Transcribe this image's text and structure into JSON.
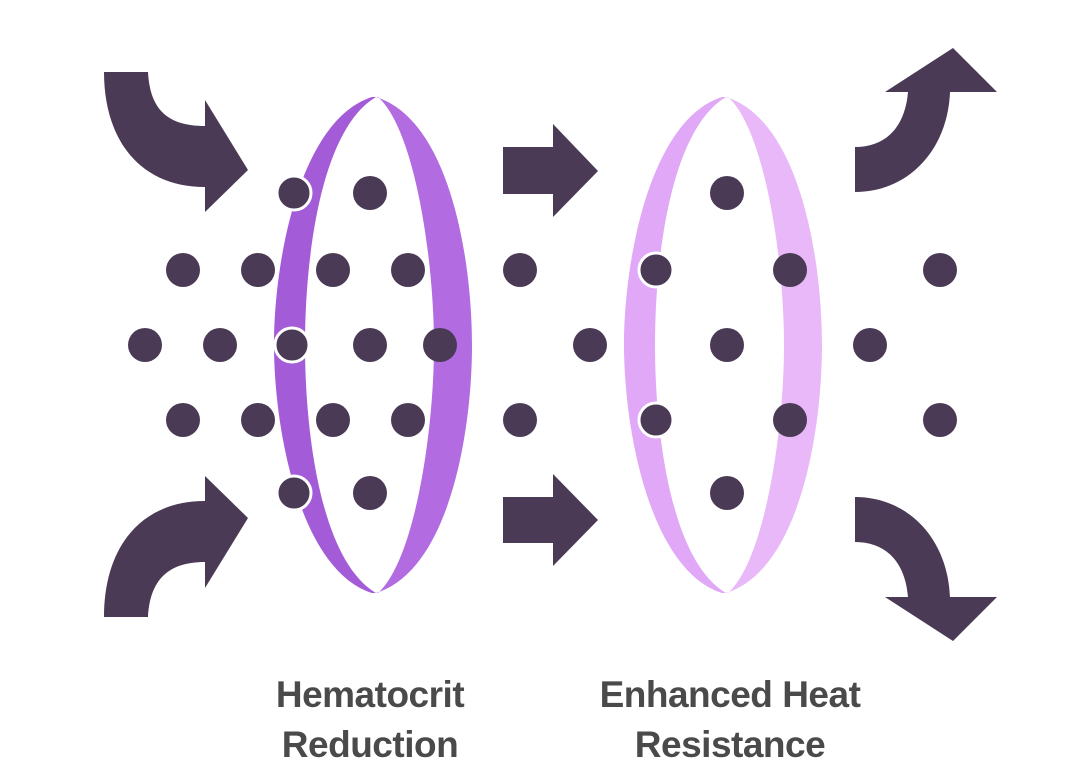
{
  "colors": {
    "particle": "#4a3a55",
    "arrow": "#4a3a55",
    "ring1_front": "#a45bd8",
    "ring1_back": "#b26be0",
    "ring2_front": "#e0a8f6",
    "ring2_back": "#e9b8f8",
    "caption": "#4a4a4a"
  },
  "captions": {
    "hematocrit": {
      "line1": "Hematocrit",
      "line2": "Reduction"
    },
    "heat": {
      "line1": "Enhanced Heat",
      "line2": "Resistance"
    }
  },
  "icons": {
    "inflow_arrows": [
      "curved-arrow-down-right-icon",
      "curved-arrow-up-right-icon"
    ],
    "mid_arrows": [
      "arrow-right-icon",
      "arrow-right-icon"
    ],
    "outflow_arrows": [
      "curved-arrow-up-icon",
      "curved-arrow-down-icon"
    ]
  }
}
